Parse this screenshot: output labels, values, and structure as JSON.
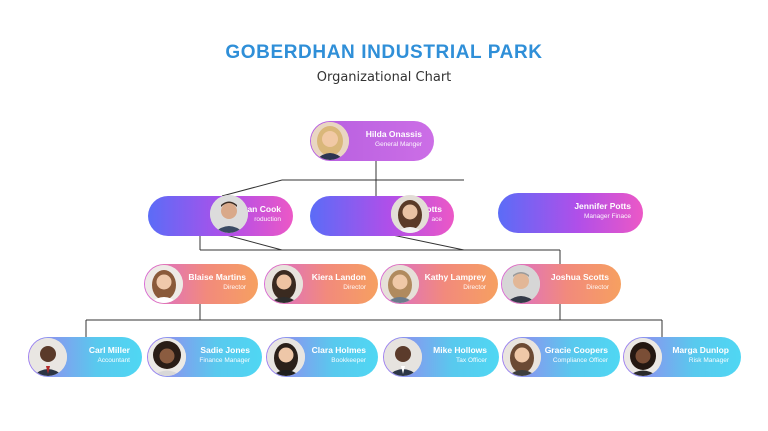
{
  "header": {
    "title": "GOBERDHAN INDUSTRIAL PARK",
    "subtitle": "Organizational Chart"
  },
  "people": {
    "hilda": {
      "name": "Hilda Onassis",
      "role": "General Manger"
    },
    "ryan": {
      "name": "ryan Cook",
      "role": "roduction"
    },
    "potts": {
      "name": "otts",
      "role": "ace"
    },
    "jennifer": {
      "name": "Jennifer Potts",
      "role": "Manager Finace"
    },
    "blaise": {
      "name": "Blaise Martins",
      "role": "Director"
    },
    "kiera": {
      "name": "Kiera Landon",
      "role": "Director"
    },
    "kathy": {
      "name": "Kathy Lamprey",
      "role": "Director"
    },
    "joshua": {
      "name": "Joshua Scotts",
      "role": "Director"
    },
    "carl": {
      "name": "Carl Miller",
      "role": "Accountant"
    },
    "sadie": {
      "name": "Sadie Jones",
      "role": "Finance Manager"
    },
    "clara": {
      "name": "Clara Holmes",
      "role": "Bookkeeper"
    },
    "mike": {
      "name": "Mike Hollows",
      "role": "Tax Officer"
    },
    "gracie": {
      "name": "Gracie Coopers",
      "role": "Compliance Officer"
    },
    "marga": {
      "name": "Marga Dunlop",
      "role": "Risk Manager"
    }
  },
  "colors": {
    "title": "#2f8fd8",
    "connector": "#333333"
  }
}
